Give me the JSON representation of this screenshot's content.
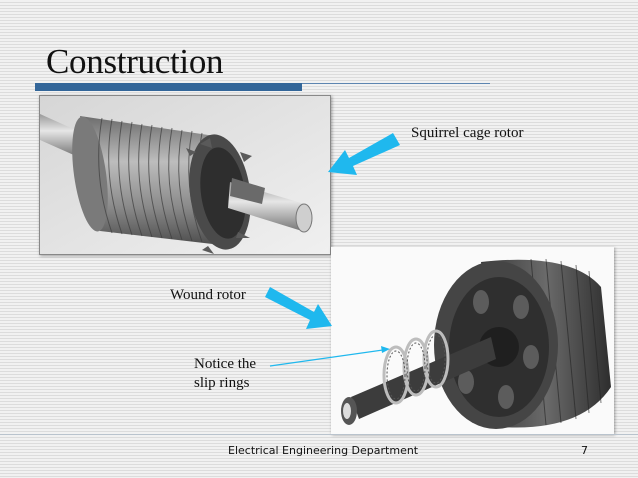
{
  "slide": {
    "title": "Construction",
    "labels": {
      "squirrel_cage": "Squirrel cage rotor",
      "wound_rotor": "Wound rotor",
      "slip_rings_line1": "Notice the",
      "slip_rings_line2": "slip rings"
    },
    "images": [
      {
        "name": "squirrel-cage-rotor-photo",
        "description": "Squirrel cage rotor"
      },
      {
        "name": "wound-rotor-photo",
        "description": "Wound rotor with slip rings"
      }
    ],
    "footer": {
      "department": "Electrical Engineering Department",
      "page_number": "7"
    },
    "colors": {
      "title_bar": "#336699",
      "arrow": "#1fb8ee",
      "pointer_line": "#1fb8ee"
    }
  }
}
